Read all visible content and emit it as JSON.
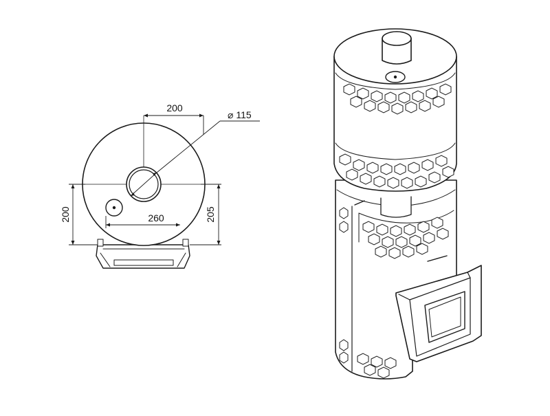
{
  "dimensions": {
    "top_width": "200",
    "pipe_diameter": "⌀ 115",
    "left_height": "200",
    "base_width": "260",
    "right_height": "205"
  }
}
